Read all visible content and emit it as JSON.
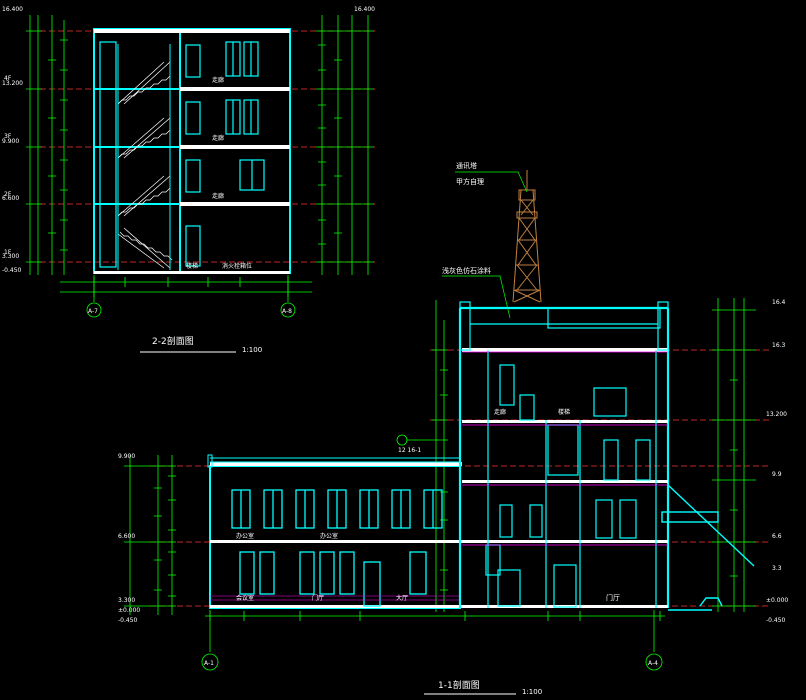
{
  "colors": {
    "background": "#000000",
    "wall": "#00ffff",
    "dimension": "#00ff00",
    "level_line": "#ff3333",
    "hatch": "#ff00ff",
    "text": "#ffffff",
    "tower": "#c08040",
    "stair": "#ffffff"
  },
  "section_2_2": {
    "title": "2-2剖面图",
    "scale": "1:100",
    "level_labels": [
      "16.400",
      "13.200",
      "9.900",
      "6.600",
      "3.300",
      "-0.450"
    ],
    "floor_marks": [
      "4F",
      "3F",
      "2F",
      "1F"
    ],
    "room_labels": [
      "走廊",
      "走廊",
      "走廊",
      "楼梯",
      "消火栓箱位"
    ],
    "axis_labels": [
      "A-7",
      "A-8"
    ]
  },
  "section_1_1": {
    "title": "1-1剖面图",
    "scale": "1:100",
    "tower_note_line1": "通讯塔",
    "tower_note_line2": "甲方自理",
    "roof_note": "浅灰色仿石涂料",
    "level_labels_left": [
      "9.900",
      "6.600",
      "3.300",
      "±0.000",
      "-0.450"
    ],
    "level_labels_right": [
      "16.4",
      "16.3",
      "13.200",
      "9.9",
      "6.6",
      "3.3",
      "±0.000",
      "-0.450"
    ],
    "room_labels": [
      "办公室",
      "办公室",
      "会议室",
      "门厅",
      "大厅",
      "走廊",
      "楼梯",
      "门厅"
    ],
    "detail_callout": "12 16-1",
    "axis_labels": [
      "A-1",
      "A-4"
    ]
  }
}
